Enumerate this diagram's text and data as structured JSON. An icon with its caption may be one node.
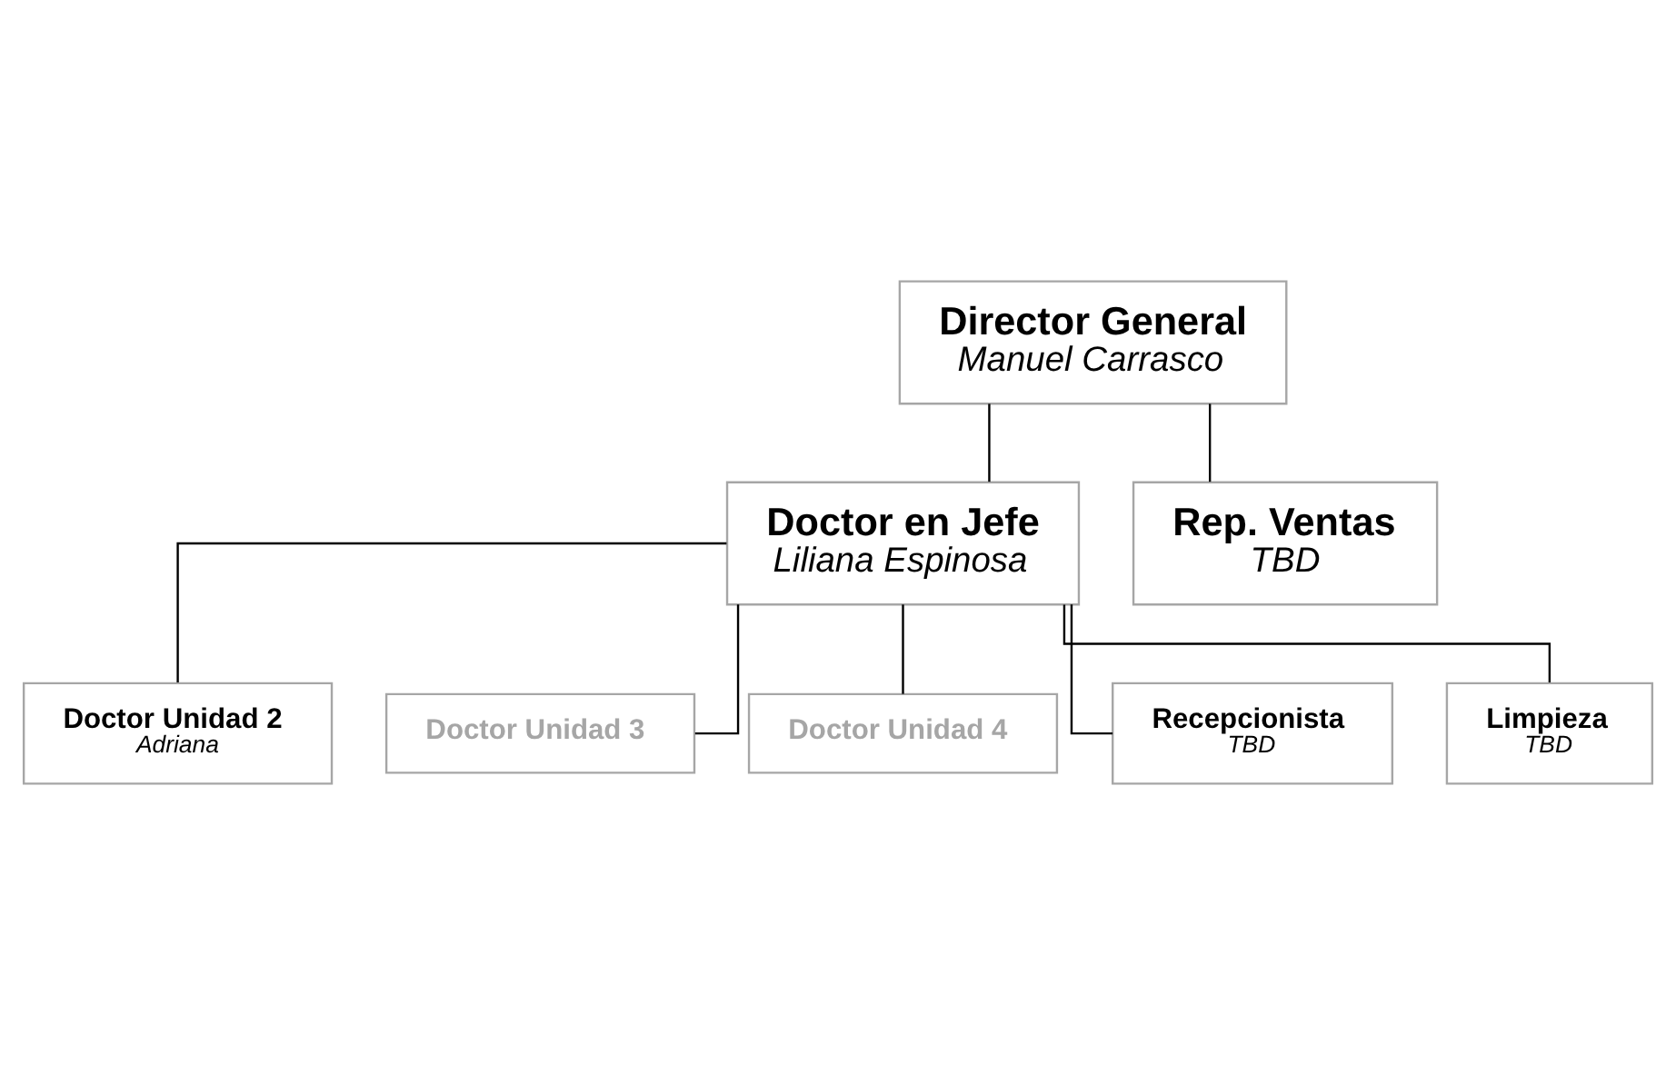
{
  "diagram": {
    "nodes": [
      {
        "text": [
          "Director General",
          "Manuel Carrasco"
        ]
      },
      {
        "text": [
          "Doctor en Jefe",
          "Liliana Espinosa"
        ]
      },
      {
        "text": [
          "Rep. Ventas",
          "TBD"
        ]
      },
      {
        "text": [
          "Doctor Unidad 2",
          "Adriana"
        ]
      },
      {
        "text": [
          "Doctor Unidad 3"
        ]
      },
      {
        "text": [
          "Doctor Unidad 4"
        ]
      },
      {
        "text": [
          "Recepcionista",
          "TBD"
        ]
      },
      {
        "text": [
          "Limpieza",
          "TBD"
        ]
      }
    ],
    "edges": [
      {
        "from": 0,
        "to": 1,
        "arrow": "none"
      },
      {
        "from": 0,
        "to": 2,
        "arrow": "none"
      },
      {
        "from": 1,
        "to": 3,
        "arrow": "none"
      },
      {
        "from": 1,
        "to": 4,
        "arrow": "none"
      },
      {
        "from": 1,
        "to": 5,
        "arrow": "none"
      },
      {
        "from": 1,
        "to": 6,
        "arrow": "none"
      },
      {
        "from": 1,
        "to": 7,
        "arrow": "none"
      }
    ]
  }
}
